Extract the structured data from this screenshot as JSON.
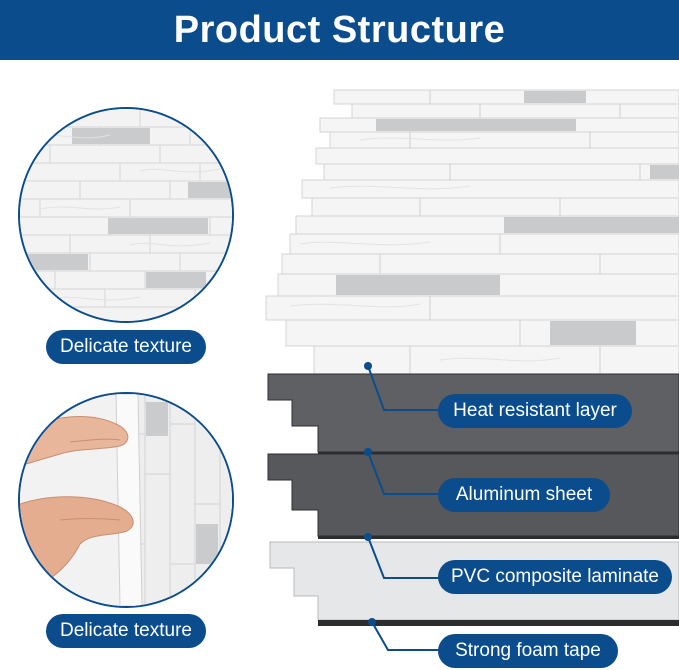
{
  "header": {
    "title": "Product Structure"
  },
  "textures": [
    {
      "label": "Delicate texture"
    },
    {
      "label": "Delicate texture"
    }
  ],
  "layers": [
    {
      "label": "Heat resistant layer"
    },
    {
      "label": "Aluminum sheet"
    },
    {
      "label": "PVC composite laminate"
    },
    {
      "label": "Strong foam tape"
    }
  ],
  "colors": {
    "brand_blue": "#0b4c8c",
    "dark_layer": "#5e6064",
    "light_layer": "#e6e7e9",
    "marble": "#f4f4f4"
  }
}
